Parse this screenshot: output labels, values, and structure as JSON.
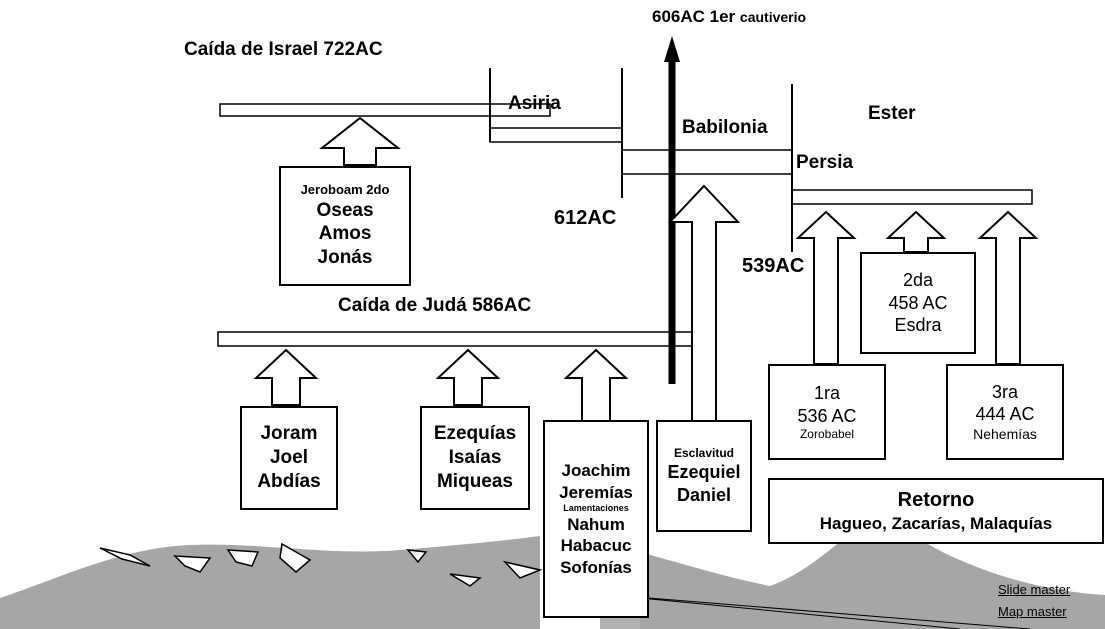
{
  "top": {
    "captivity": "606AC 1er",
    "captivity_small": "cautiverio"
  },
  "israel": {
    "fall": "Caída de Israel 722AC"
  },
  "juda": {
    "fall": "Caída de Judá 586AC"
  },
  "empires": {
    "asiria": "Asiria",
    "babilonia": "Babilonia",
    "persia": "Persia",
    "ester": "Ester"
  },
  "dates": {
    "d612": "612AC",
    "d539": "539AC"
  },
  "boxes": {
    "israel_prophets": {
      "line1": "Jeroboam 2do",
      "line2": "Oseas",
      "line3": "Amos",
      "line4": "Jonás"
    },
    "joram": {
      "line1": "Joram",
      "line2": "Joel",
      "line3": "Abdías"
    },
    "ezequias": {
      "line1": "Ezequías",
      "line2": "Isaías",
      "line3": "Miqueas"
    },
    "joachim": {
      "line1": "Joachim",
      "line2": "Jeremías",
      "line3": "Lamentaciones",
      "line4": "Nahum",
      "line5": "Habacuc",
      "line6": "Sofonías"
    },
    "exile": {
      "line1": "Esclavitud",
      "line2": "Ezequiel",
      "line3": "Daniel"
    },
    "return1": {
      "line1": "1ra",
      "line2": "536 AC",
      "line3": "Zorobabel"
    },
    "return2": {
      "line1": "2da",
      "line2": "458 AC",
      "line3": "Esdra"
    },
    "return3": {
      "line1": "3ra",
      "line2": "444 AC",
      "line3": "Nehemías"
    },
    "retorno": {
      "title": "Retorno",
      "subtitle": "Hagueo, Zacarías, Malaquías"
    }
  },
  "links": {
    "slide_master": "Slide master",
    "map_master": "Map master"
  }
}
